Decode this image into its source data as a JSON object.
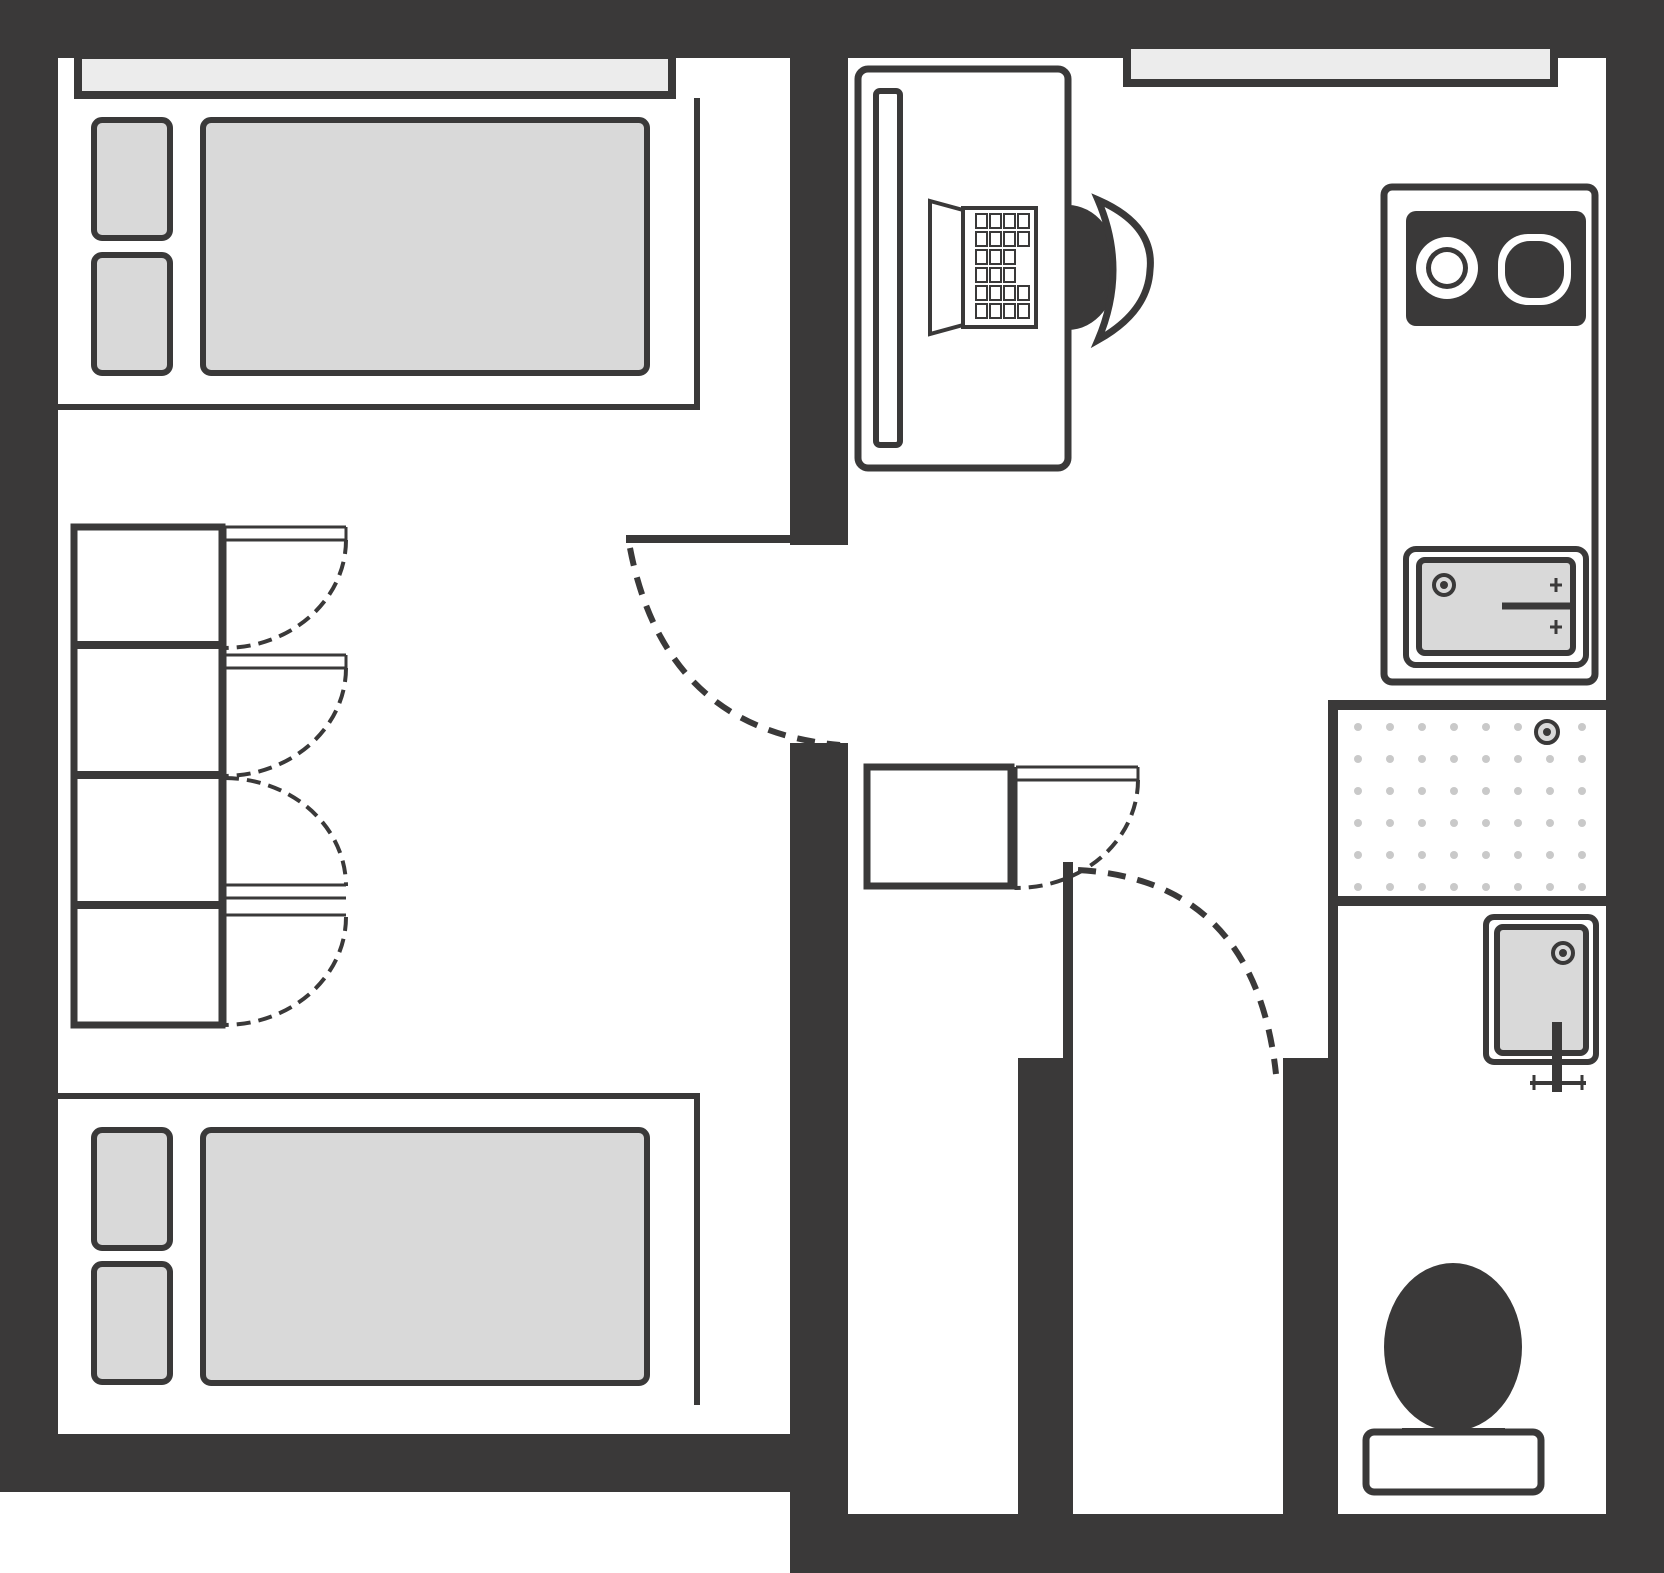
{
  "colors": {
    "wall": "#3a3939",
    "fill": "#d9d9d9",
    "window": "#ececec",
    "background": "#ffffff",
    "dot": "#c9c9c9"
  },
  "rooms": [
    {
      "name": "bedroom"
    },
    {
      "name": "study-kitchen"
    },
    {
      "name": "hallway"
    },
    {
      "name": "shower-bathroom"
    }
  ],
  "furniture": {
    "beds": 2,
    "pillows_per_bed": 2,
    "wardrobe_compartments": 4,
    "desk": 1,
    "chair": 1,
    "laptop": 1,
    "hob_burners": 2,
    "kitchen_sink": 1,
    "hall_cabinet": 1,
    "shower": 1,
    "washbasin": 1,
    "toilet": 1,
    "windows": 2,
    "doors": 2
  },
  "icons": [
    "bed-icon",
    "pillow-icon",
    "wardrobe-icon",
    "desk-icon",
    "chair-icon",
    "laptop-icon",
    "hob-icon",
    "sink-icon",
    "toilet-icon",
    "shower-icon",
    "door-icon",
    "window-icon"
  ]
}
